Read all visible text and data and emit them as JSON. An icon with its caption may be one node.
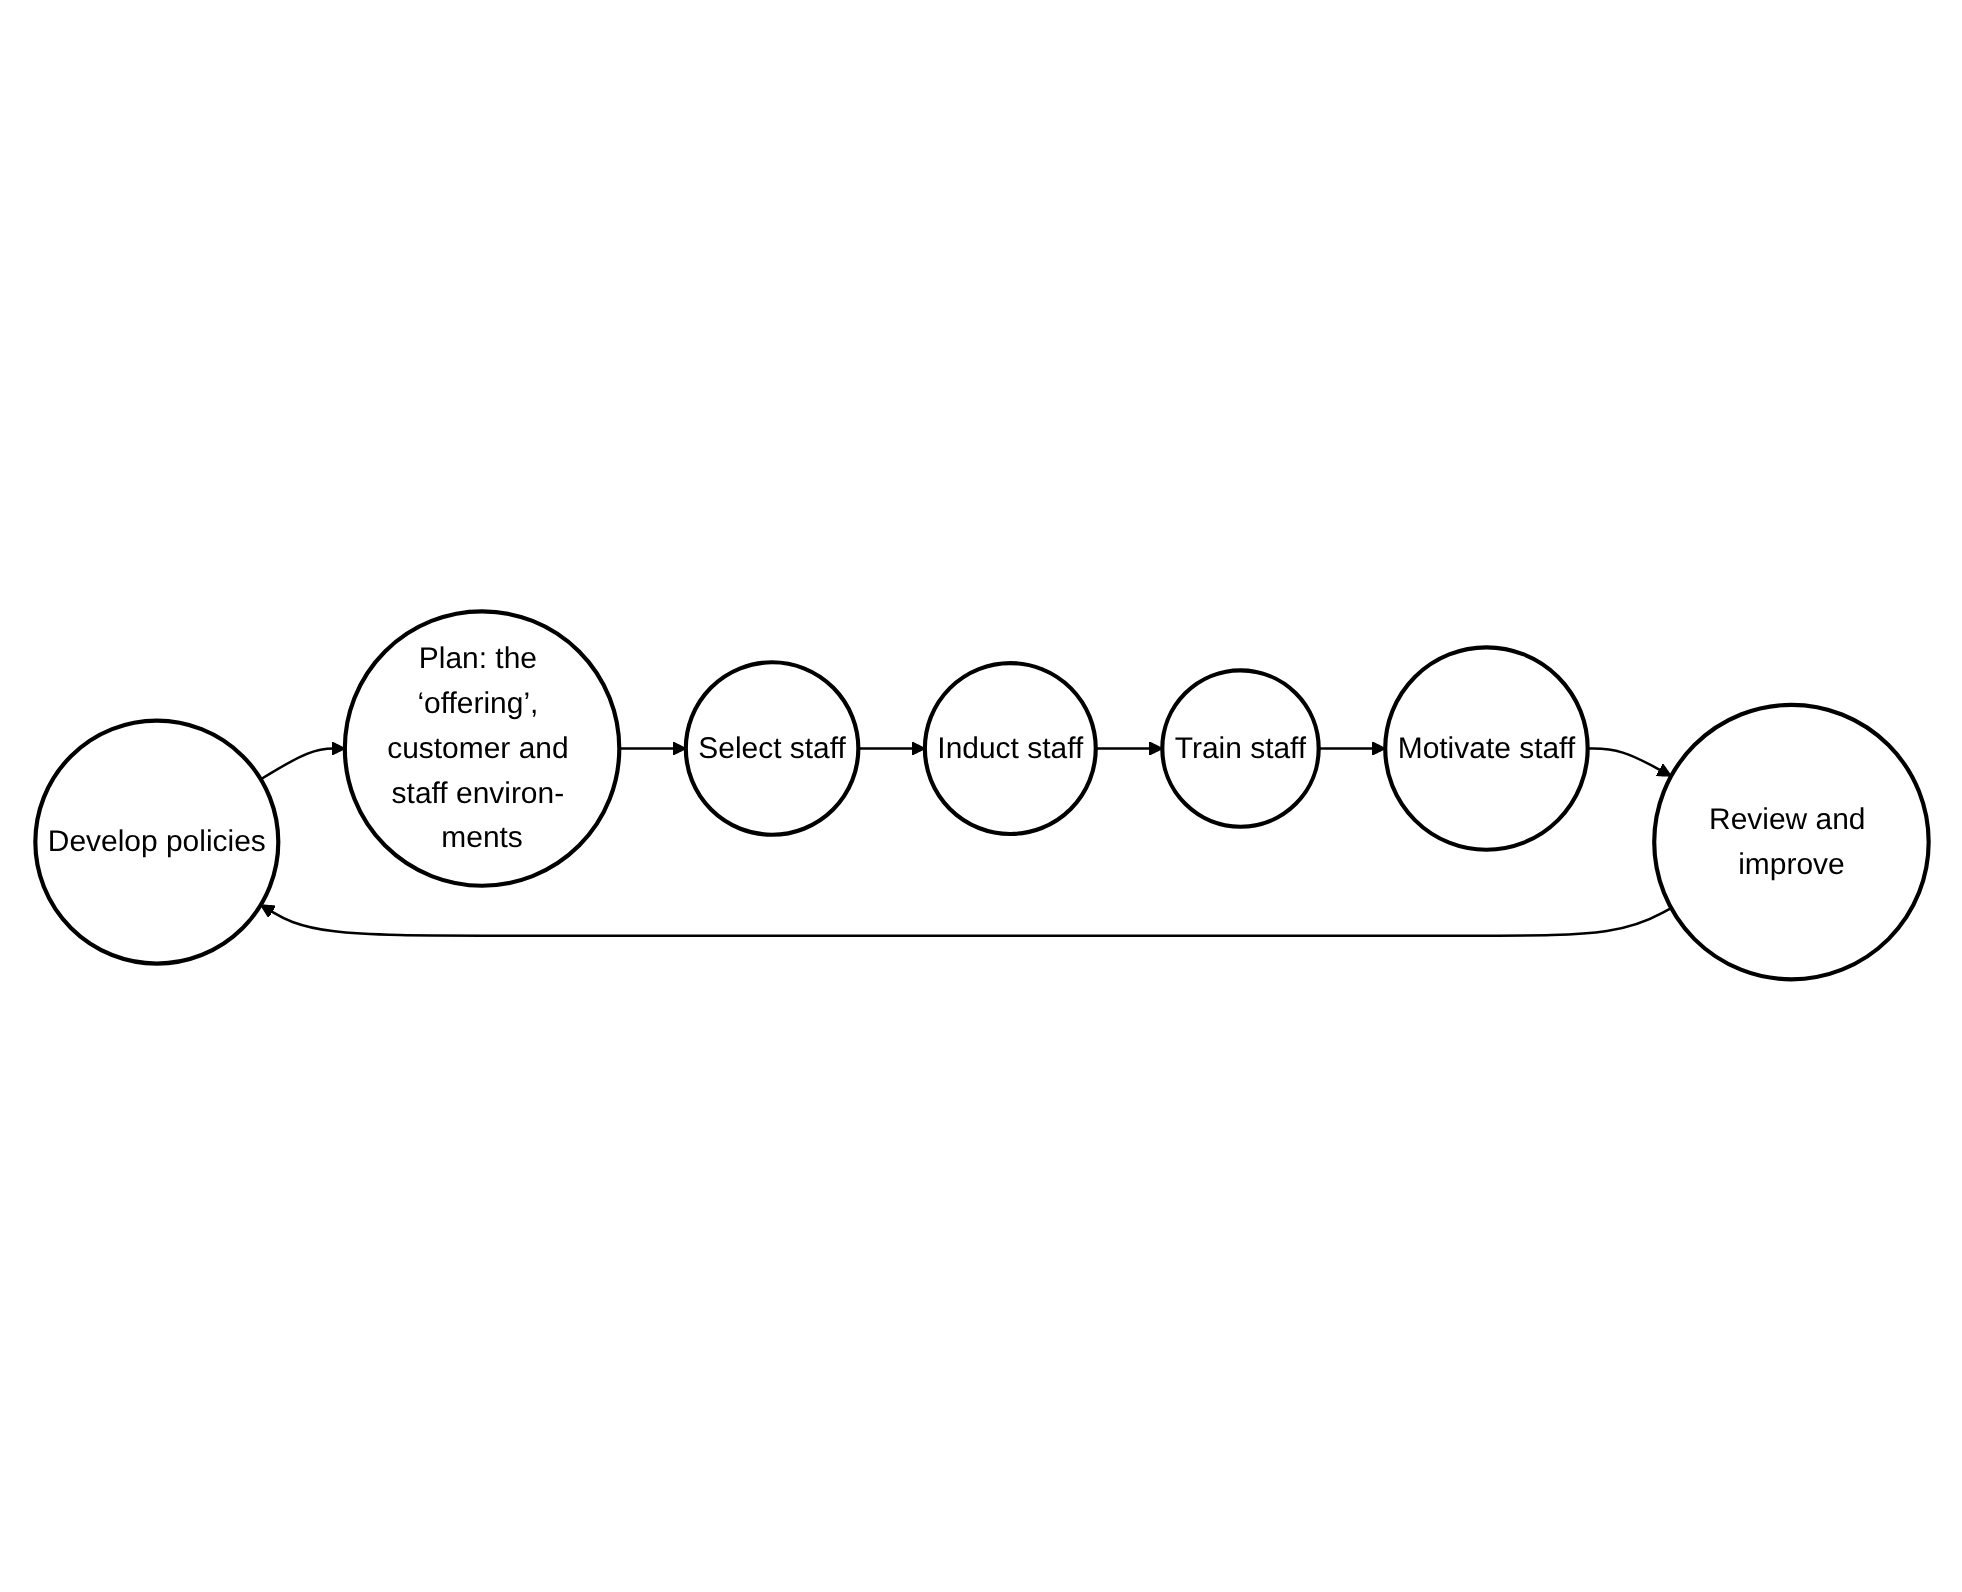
{
  "diagram": {
    "nodes": [
      {
        "text": [
          "Develop policies"
        ]
      },
      {
        "text": [
          "Plan: the ‘offering’, customer and staff environ- ments"
        ]
      },
      {
        "text": [
          "Select staff"
        ]
      },
      {
        "text": [
          "Induct staff"
        ]
      },
      {
        "text": [
          "Train staff"
        ]
      },
      {
        "text": [
          "Motivate staff"
        ]
      },
      {
        "text": [
          "Review and improve"
        ]
      }
    ],
    "edges": [
      {
        "from": 0,
        "to": 1,
        "arrow": "to"
      },
      {
        "from": 1,
        "to": 2,
        "arrow": "to"
      },
      {
        "from": 2,
        "to": 3,
        "arrow": "to"
      },
      {
        "from": 3,
        "to": 4,
        "arrow": "to"
      },
      {
        "from": 4,
        "to": 5,
        "arrow": "to"
      },
      {
        "from": 5,
        "to": 6,
        "arrow": "to"
      },
      {
        "from": 6,
        "to": 0,
        "arrow": "to"
      }
    ]
  }
}
